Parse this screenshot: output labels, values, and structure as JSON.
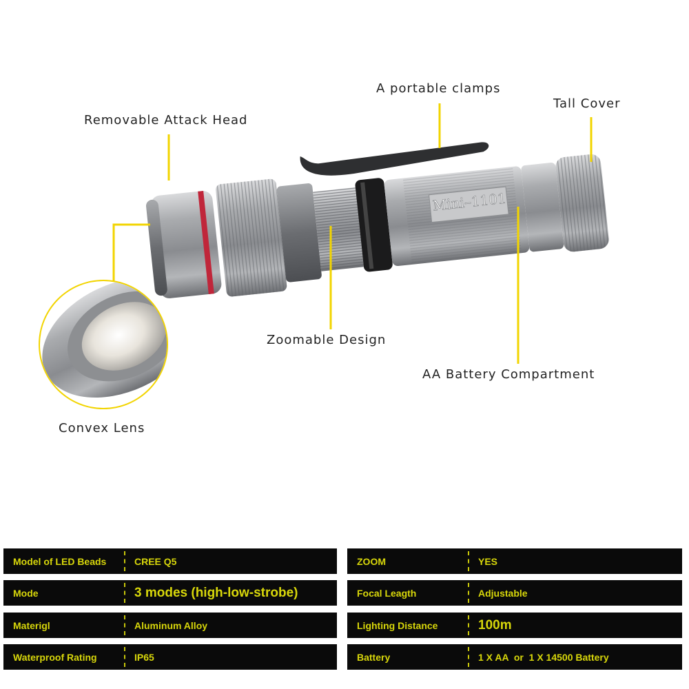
{
  "callouts": {
    "removable_head": "Removable Attack Head",
    "clamp": "A portable clamps",
    "tail_cover": "Tall Cover",
    "zoomable": "Zoomable Design",
    "battery_compartment": "AA Battery Compartment",
    "convex_lens": "Convex Lens"
  },
  "flashlight": {
    "model_engraving": "Mini–1101"
  },
  "colors": {
    "accent_yellow": "#f2d400",
    "spec_text": "#d8d70a",
    "spec_bg": "#0a0a0a",
    "ring_red": "#c0263a"
  },
  "specs": {
    "left": [
      {
        "key": "Model of LED Beads",
        "value": "CREE Q5"
      },
      {
        "key": "Mode",
        "value": "3 modes (high-low-strobe)"
      },
      {
        "key": "Materigl",
        "value": "Aluminum Alloy"
      },
      {
        "key": "Waterproof Rating",
        "value": "IP65"
      }
    ],
    "right": [
      {
        "key": "ZOOM",
        "value": "YES"
      },
      {
        "key": "Focal Leagth",
        "value": "Adjustable"
      },
      {
        "key": "Lighting Distance",
        "value": "100m"
      },
      {
        "key": "Battery",
        "value": "1 X AA  or  1 X 14500 Battery"
      }
    ]
  }
}
